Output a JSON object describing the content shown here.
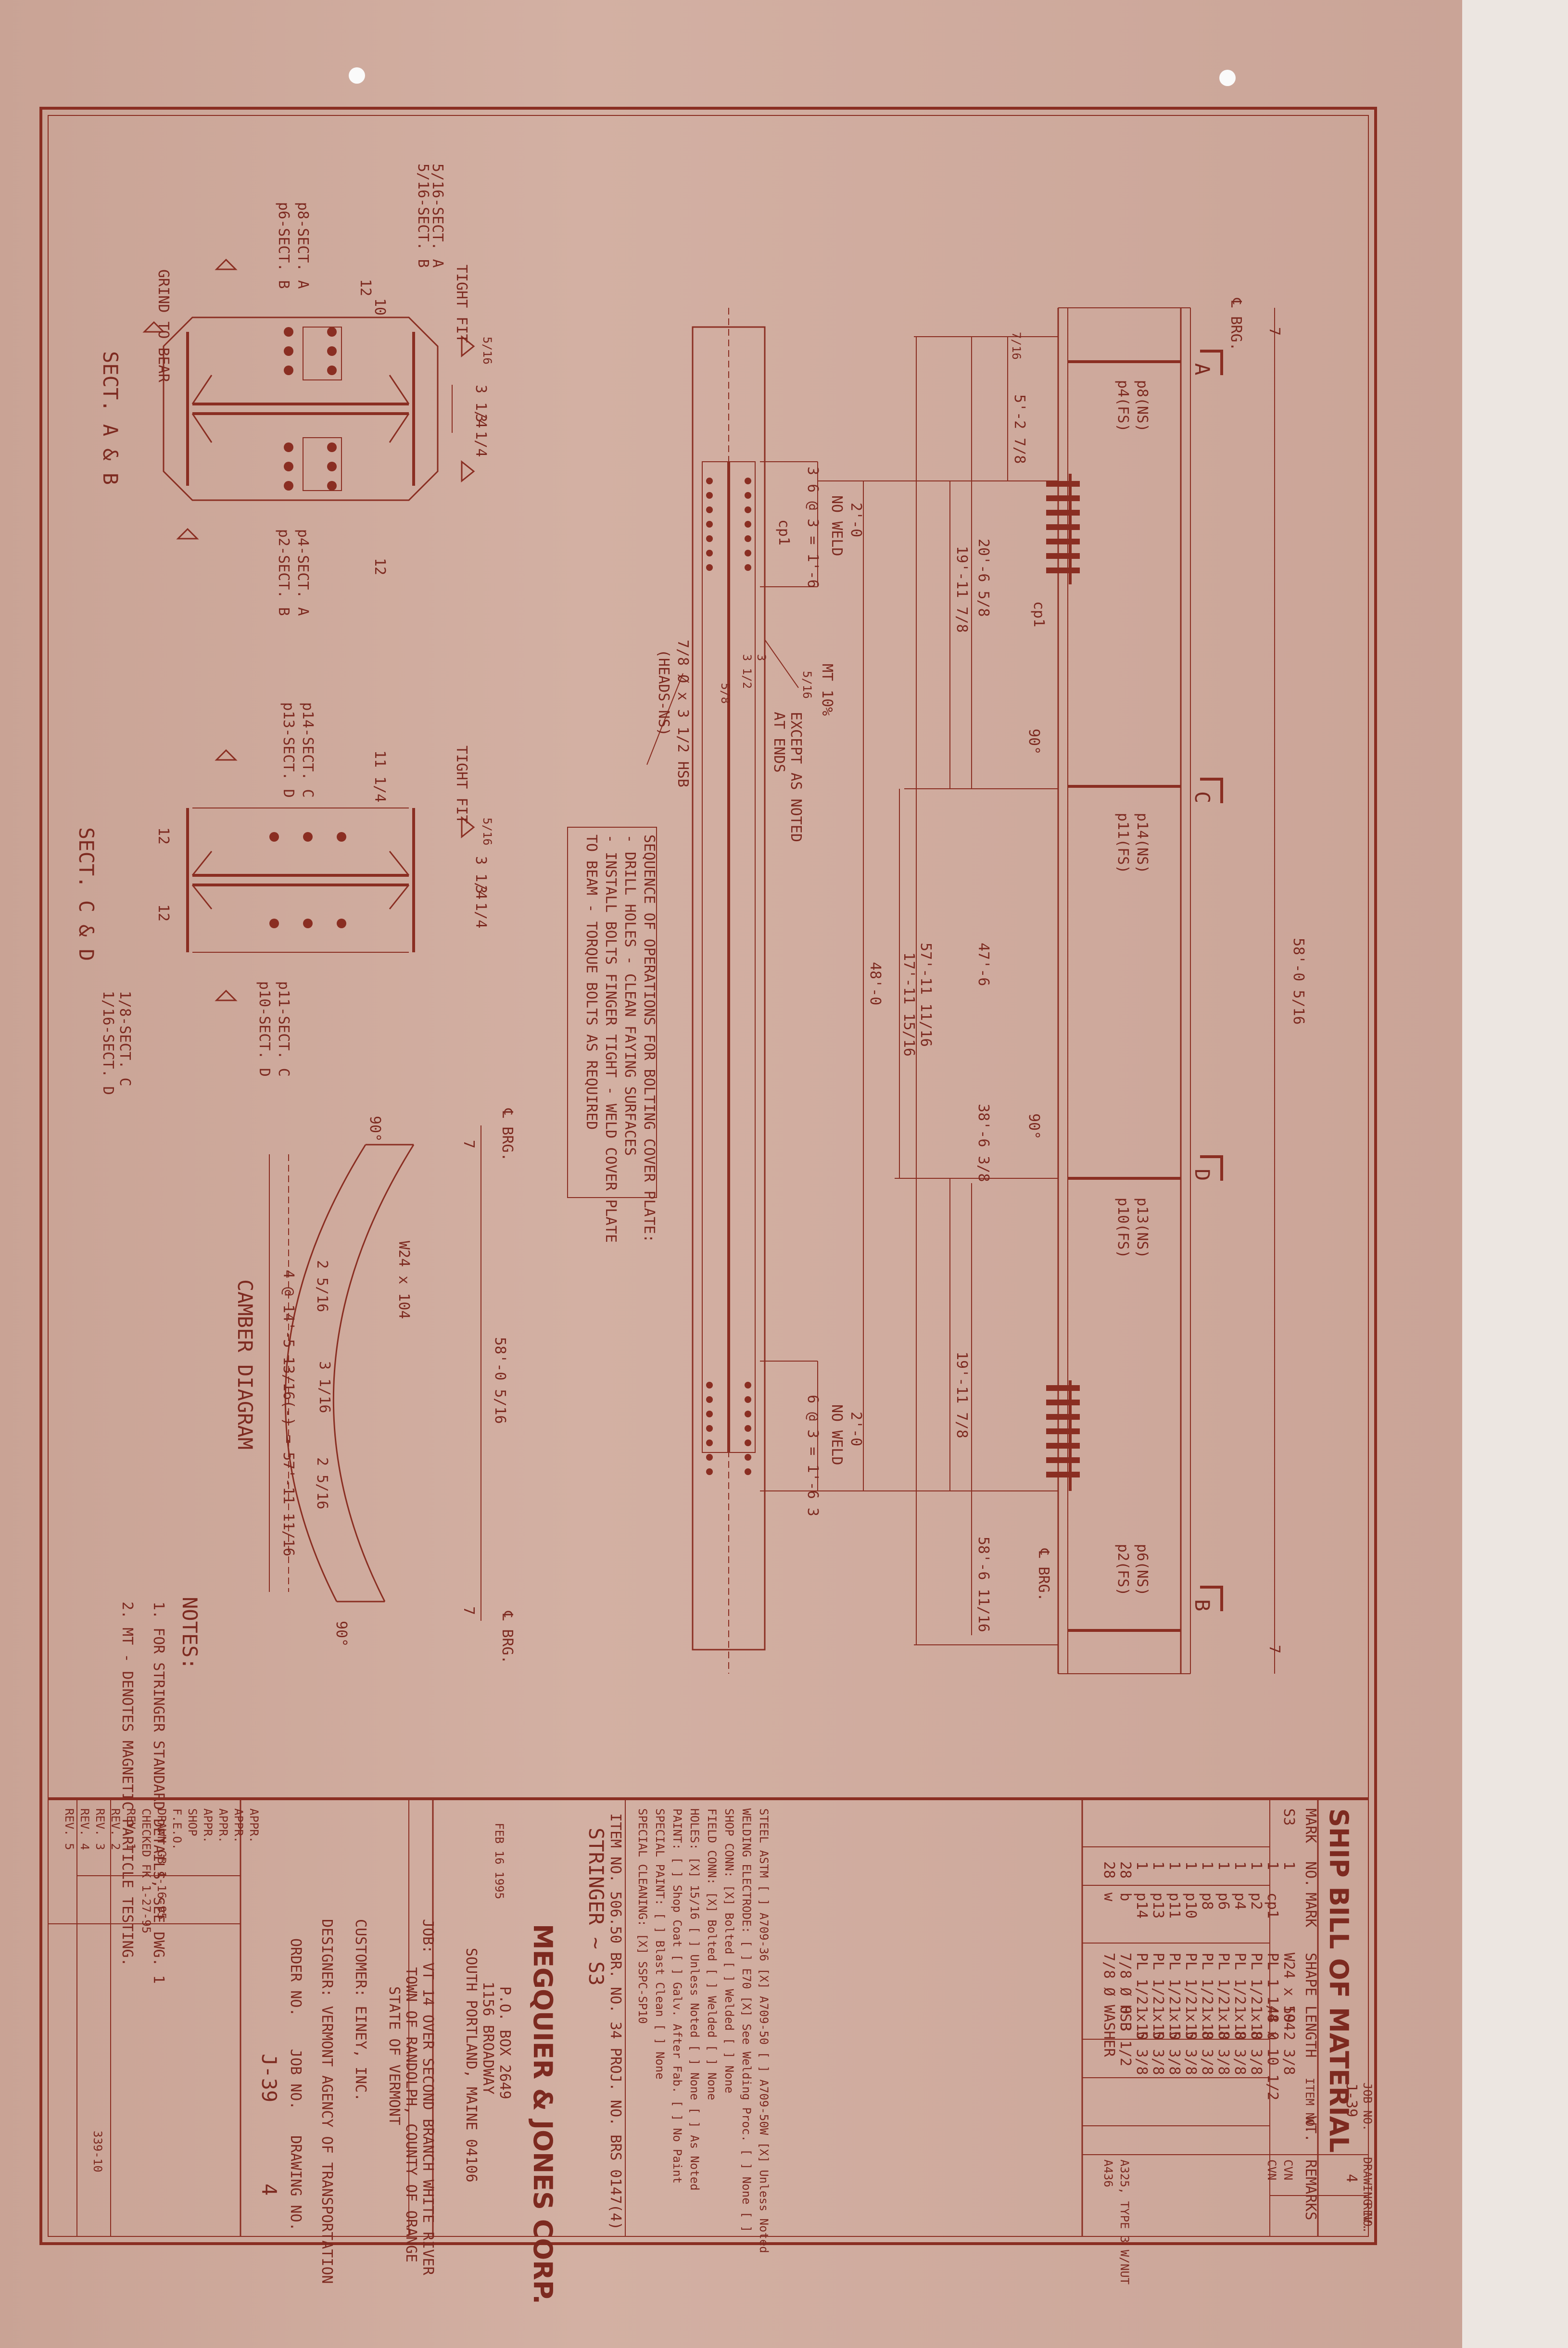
{
  "sheet": {
    "title_bar": "SHIP BILL OF MATERIAL",
    "job_no_label": "JOB NO.",
    "job_no": "J-39",
    "drawing_no_label": "DRAWING NO.",
    "drawing_no": "4",
    "rev_label": "REV."
  },
  "elevation": {
    "overall_length": "58'-0 5/16",
    "brg_label": "℄ BRG.",
    "end_dim": "7",
    "section_a_mark": "A",
    "section_b_mark": "B",
    "section_c_mark": "C",
    "section_d_mark": "D",
    "stiff_a": [
      "p8(NS)",
      "p4(FS)"
    ],
    "stiff_c": [
      "p14(NS)",
      "p11(FS)"
    ],
    "stiff_d": [
      "p13(NS)",
      "p10(FS)"
    ],
    "stiff_b": [
      "p6(NS)",
      "p2(FS)"
    ],
    "cp1": "cp1",
    "angle": "90°",
    "dims": [
      "5'-2 7/8",
      "20'-6 5/8",
      "19'-11 7/8",
      "47'-6",
      "57'-11 11/16",
      "48'-0",
      "17'-11 15/16",
      "38'-6 3/8",
      "19'-11 7/8",
      "58'-6 11/16",
      "7/16"
    ]
  },
  "plan": {
    "no_weld_top": [
      "2'-0",
      "NO WELD"
    ],
    "bolt_spacing_top": "3  6 @ 3 = 1'-6",
    "no_weld_bottom": [
      "2'-0",
      "NO WELD"
    ],
    "bolt_spacing_bottom": "6 @ 3 = 1'-6  3",
    "cp1": "cp1",
    "weld_note": [
      "MT 10%",
      "EXCEPT AS NOTED",
      "AT ENDS"
    ],
    "weld_size": "5/16",
    "hsb_note": [
      "7/8 Ø x 3 1/2 HSB",
      "(HEADS-NS)"
    ],
    "small_dims": [
      "3 1/2",
      "3",
      "5/8"
    ],
    "sequence_title": "SEQUENCE OF OPERATIONS FOR BOLTING COVER PLATE:",
    "sequence_lines": [
      "- DRILL HOLES  - CLEAN FAYING SURFACES",
      "- INSTALL BOLTS FINGER TIGHT  - WELD COVER PLATE",
      "  TO BEAM  - TORQUE BOLTS AS REQUIRED"
    ]
  },
  "sect_ab": {
    "title": "SECT. A & B",
    "labels": [
      "5/16-SECT. A",
      "5/16-SECT. B",
      "p8-SECT. A",
      "p6-SECT. B",
      "p4-SECT. A",
      "p2-SECT. B",
      "TIGHT FIT",
      "GRIND TO BEAR",
      "3 1/4",
      "3 1/4",
      "12",
      "10",
      "12"
    ],
    "weld": "5/16"
  },
  "sect_cd": {
    "title": "SECT. C & D",
    "labels": [
      "p14-SECT. C",
      "p13-SECT. D",
      "p11-SECT. C",
      "p10-SECT. D",
      "1/8-SECT. C",
      "1/16-SECT. D",
      "TIGHT FIT",
      "11 1/4",
      "3 1/4",
      "3 1/4",
      "12",
      "12"
    ],
    "weld": "5/16"
  },
  "camber": {
    "title": "CAMBER DIAGRAM",
    "overall": "58'-0 5/16",
    "beam": "W24 x 104",
    "spacing": "4 @ 14'-5 13/16(-) = 57'-11 11/16",
    "values": [
      "2 5/16",
      "3 1/16",
      "2 5/16"
    ],
    "brg": "℄ BRG.",
    "angle": "90°",
    "end": "7"
  },
  "notes": {
    "title": "NOTES:",
    "items": [
      "1. FOR STRINGER STANDARD DETAILS, SEE DWG. 1",
      "2. MT - DENOTES MAGNETIC PARTICLE TESTING."
    ]
  },
  "bom": {
    "headers": [
      "MARK",
      "NO.",
      "MARK",
      "SHAPE",
      "LENGTH",
      "ITEM NO.",
      "WT.",
      "REMARKS"
    ],
    "rows": [
      [
        "S3",
        "1",
        "",
        "W24 x 104",
        "59  2 3/8",
        "",
        "",
        "CVN"
      ],
      [
        "",
        "1",
        "cp1",
        "PL 1 1/4 x 10 1/2",
        "48  0",
        "",
        "",
        "CVN"
      ],
      [
        "",
        "1",
        "p2",
        "PL 1/2 x 8",
        "1  10 3/8",
        "",
        "",
        ""
      ],
      [
        "",
        "1",
        "p4",
        "PL 1/2 x 8",
        "1  10 3/8",
        "",
        "",
        ""
      ],
      [
        "",
        "1",
        "p6",
        "PL 1/2 x 8",
        "1  10 3/8",
        "",
        "",
        ""
      ],
      [
        "",
        "1",
        "p8",
        "PL 1/2 x 8",
        "1  10 3/8",
        "",
        "",
        ""
      ],
      [
        "",
        "1",
        "p10",
        "PL 1/2 x 5",
        "1  10 3/8",
        "",
        "",
        ""
      ],
      [
        "",
        "1",
        "p11",
        "PL 1/2 x 5",
        "1  10 3/8",
        "",
        "",
        ""
      ],
      [
        "",
        "1",
        "p13",
        "PL 1/2 x 5",
        "1  10 3/8",
        "",
        "",
        ""
      ],
      [
        "",
        "1",
        "p14",
        "PL 1/2 x 5",
        "1  10 3/8",
        "",
        "",
        ""
      ],
      [
        "",
        "28",
        "b",
        "7/8 Ø HSB",
        "0  3 1/2",
        "",
        "",
        "A325, TYPE 3 W/NUT"
      ],
      [
        "",
        "28",
        "w",
        "7/8 Ø WASHER",
        "",
        "",
        "",
        "A436"
      ]
    ],
    "spec_lines": [
      "STEEL ASTM  [ ] A709-36  [X] A709-50  [ ] A709-50W  [X] Unless Noted",
      "WELDING ELECTRODE:  [ ] E70  [X] See Welding Proc.  [ ] None  [ ]",
      "SHOP CONN:  [X] Bolted  [ ] Welded  [ ] None",
      "FIELD CONN:  [X] Bolted  [ ] Welded  [ ] None",
      "HOLES:  [X] 15/16  [ ] Unless Noted  [ ] None  [ ] As Noted",
      "PAINT:  [ ] Shop Coat  [ ] Galv. After Fab.  [ ] No Paint",
      "SPECIAL PAINT:  [ ] Blast Clean  [ ] None",
      "SPECIAL CLEANING:  [X] SSPC-SP10"
    ],
    "item_line": "ITEM NO. 506.50   BR. NO. 34   PROJ. NO. BRS 0147(4)",
    "stringer": "STRINGER ~ S3",
    "company": "MEGQUIER & JONES CORP.",
    "address": [
      "P.O. BOX 2649",
      "1156 BROADWAY",
      "SOUTH PORTLAND, MAINE 04106"
    ],
    "job_lines": [
      "JOB: VT 14 OVER SECOND BRANCH WHITE RIVER",
      "TOWN OF RANDOLPH, COUNTY OF ORANGE",
      "STATE OF VERMONT"
    ],
    "customer": "CUSTOMER: EINEY, INC.",
    "designer": "DESIGNER: VERMONT AGENCY OF TRANSPORTATION",
    "order": [
      "ORDER NO.",
      "JOB NO.",
      "DRAWING NO."
    ],
    "job_no": "J-39",
    "drawing_no": "4",
    "rev_rows": [
      "APPR.",
      "APPR.",
      "APPR.",
      "APPR.",
      "SHOP",
      "F.E.O.",
      "DRAWN  GB  1-16-95",
      "CHECKED  FK  1-27-95",
      "REV. 1",
      "REV. 2",
      "REV. 3",
      "REV. 4",
      "REV. 5"
    ],
    "date_stamp": "FEB 16 1995",
    "form_no": "339-10"
  }
}
